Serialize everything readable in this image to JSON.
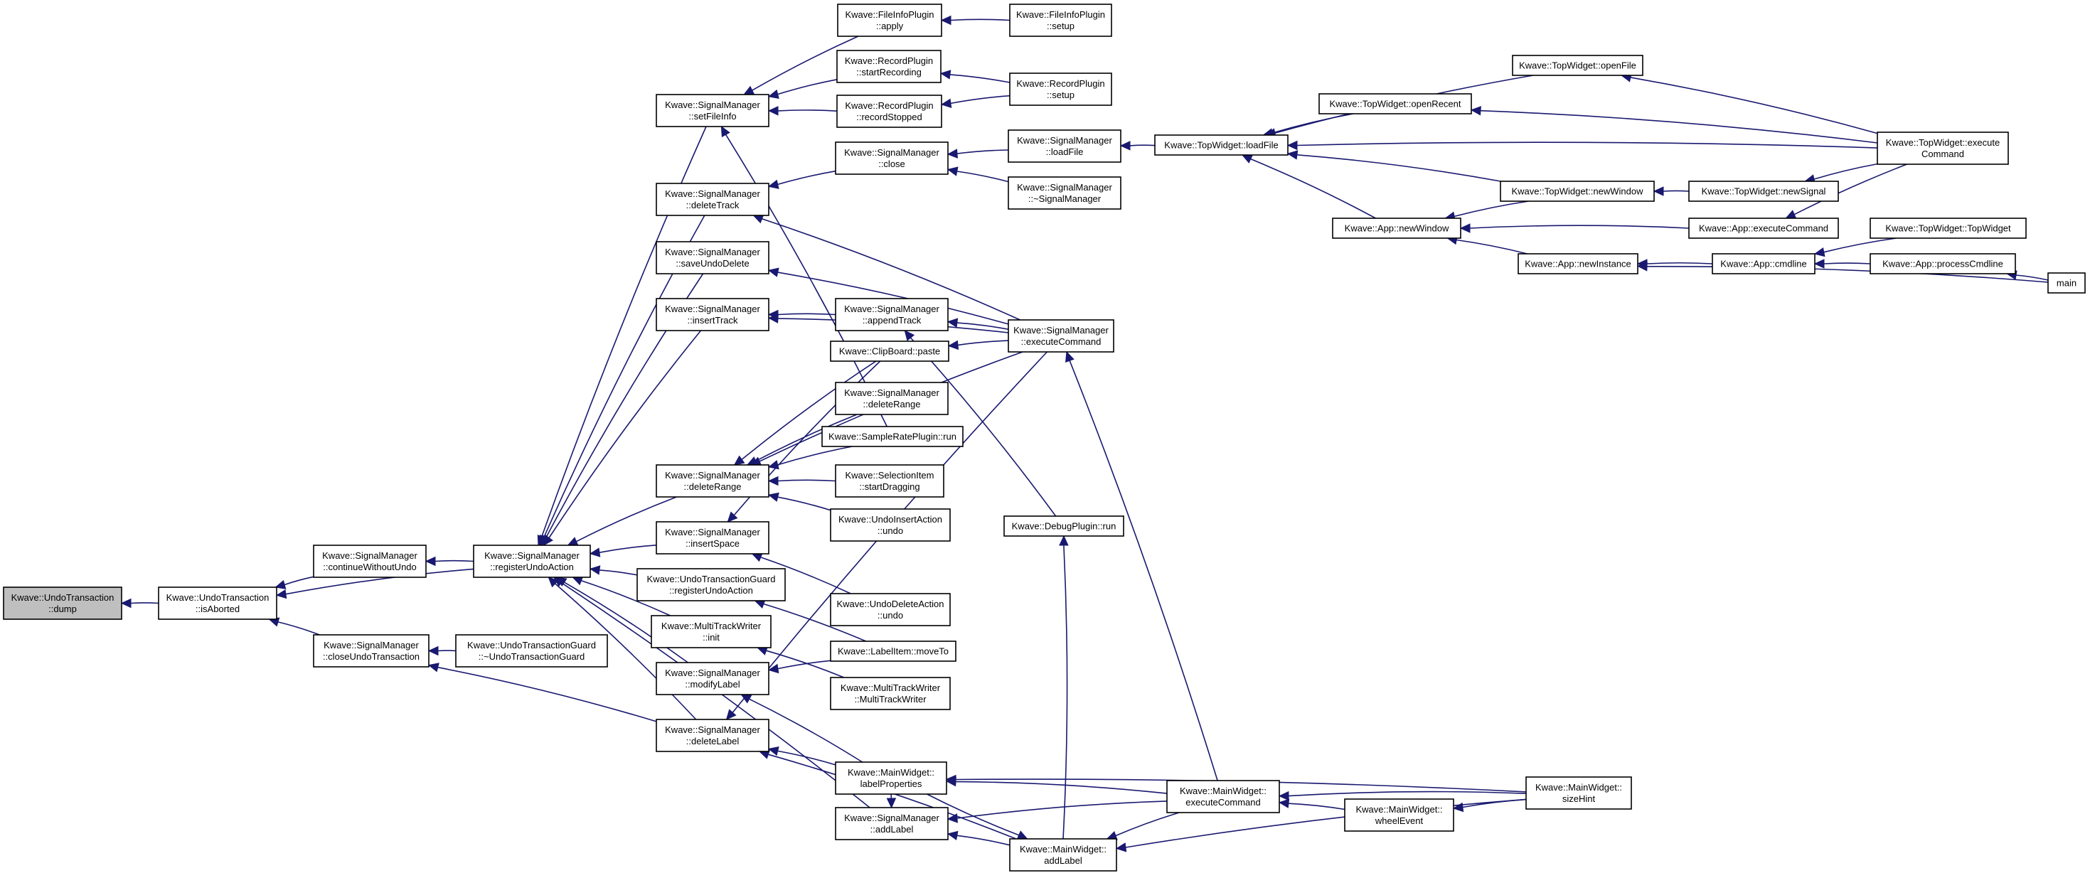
{
  "diagram": {
    "nodes": [
      {
        "id": "dump",
        "lines": [
          "Kwave::UndoTransaction",
          "::dump"
        ],
        "root": true
      },
      {
        "id": "isAborted",
        "lines": [
          "Kwave::UndoTransaction",
          "::isAborted"
        ]
      },
      {
        "id": "continueWithoutUndo",
        "lines": [
          "Kwave::SignalManager",
          "::continueWithoutUndo"
        ]
      },
      {
        "id": "closeUndoTransaction",
        "lines": [
          "Kwave::SignalManager",
          "::closeUndoTransaction"
        ]
      },
      {
        "id": "registerUndoAction",
        "lines": [
          "Kwave::SignalManager",
          "::registerUndoAction"
        ]
      },
      {
        "id": "undoTransactionGuardDtor",
        "lines": [
          "Kwave::UndoTransactionGuard",
          "::~UndoTransactionGuard"
        ]
      },
      {
        "id": "setFileInfo",
        "lines": [
          "Kwave::SignalManager",
          "::setFileInfo"
        ]
      },
      {
        "id": "deleteTrack",
        "lines": [
          "Kwave::SignalManager",
          "::deleteTrack"
        ]
      },
      {
        "id": "saveUndoDelete",
        "lines": [
          "Kwave::SignalManager",
          "::saveUndoDelete"
        ]
      },
      {
        "id": "insertTrack",
        "lines": [
          "Kwave::SignalManager",
          "::insertTrack"
        ]
      },
      {
        "id": "deleteRangeSM",
        "lines": [
          "Kwave::SignalManager",
          "::deleteRange"
        ]
      },
      {
        "id": "insertSpace",
        "lines": [
          "Kwave::SignalManager",
          "::insertSpace"
        ]
      },
      {
        "id": "guardRegisterUndoAction",
        "lines": [
          "Kwave::UndoTransactionGuard",
          "::registerUndoAction"
        ]
      },
      {
        "id": "multiTrackWriterInit",
        "lines": [
          "Kwave::MultiTrackWriter",
          "::init"
        ]
      },
      {
        "id": "modifyLabel",
        "lines": [
          "Kwave::SignalManager",
          "::modifyLabel"
        ]
      },
      {
        "id": "deleteLabel",
        "lines": [
          "Kwave::SignalManager",
          "::deleteLabel"
        ]
      },
      {
        "id": "fileInfoApply",
        "lines": [
          "Kwave::FileInfoPlugin",
          "::apply"
        ]
      },
      {
        "id": "startRecording",
        "lines": [
          "Kwave::RecordPlugin",
          "::startRecording"
        ]
      },
      {
        "id": "recordStopped",
        "lines": [
          "Kwave::RecordPlugin",
          "::recordStopped"
        ]
      },
      {
        "id": "smClose",
        "lines": [
          "Kwave::SignalManager",
          "::close"
        ]
      },
      {
        "id": "appendTrack",
        "lines": [
          "Kwave::SignalManager",
          "::appendTrack"
        ]
      },
      {
        "id": "clipboardPaste",
        "lines": [
          "Kwave::ClipBoard::paste"
        ]
      },
      {
        "id": "deleteRange2",
        "lines": [
          "Kwave::SignalManager",
          "::deleteRange"
        ]
      },
      {
        "id": "sampleRateRun",
        "lines": [
          "Kwave::SampleRatePlugin::run"
        ]
      },
      {
        "id": "startDragging",
        "lines": [
          "Kwave::SelectionItem",
          "::startDragging"
        ]
      },
      {
        "id": "undoInsertUndo",
        "lines": [
          "Kwave::UndoInsertAction",
          "::undo"
        ]
      },
      {
        "id": "undoDeleteUndo",
        "lines": [
          "Kwave::UndoDeleteAction",
          "::undo"
        ]
      },
      {
        "id": "labelMoveTo",
        "lines": [
          "Kwave::LabelItem::moveTo"
        ]
      },
      {
        "id": "multiTrackWriterCtor",
        "lines": [
          "Kwave::MultiTrackWriter",
          "::MultiTrackWriter"
        ]
      },
      {
        "id": "labelProperties",
        "lines": [
          "Kwave::MainWidget::",
          "labelProperties"
        ]
      },
      {
        "id": "smAddLabel",
        "lines": [
          "Kwave::SignalManager",
          "::addLabel"
        ]
      },
      {
        "id": "fileInfoSetup",
        "lines": [
          "Kwave::FileInfoPlugin",
          "::setup"
        ]
      },
      {
        "id": "recordSetup",
        "lines": [
          "Kwave::RecordPlugin",
          "::setup"
        ]
      },
      {
        "id": "loadFile",
        "lines": [
          "Kwave::SignalManager",
          "::loadFile"
        ]
      },
      {
        "id": "smDtor",
        "lines": [
          "Kwave::SignalManager",
          "::~SignalManager"
        ]
      },
      {
        "id": "smExecuteCommand",
        "lines": [
          "Kwave::SignalManager",
          "::executeCommand"
        ]
      },
      {
        "id": "debugRun",
        "lines": [
          "Kwave::DebugPlugin::run"
        ]
      },
      {
        "id": "mwAddLabel",
        "lines": [
          "Kwave::MainWidget::",
          "addLabel"
        ]
      },
      {
        "id": "mwExecuteCommand",
        "lines": [
          "Kwave::MainWidget::",
          "executeCommand"
        ]
      },
      {
        "id": "wheelEvent",
        "lines": [
          "Kwave::MainWidget::",
          "wheelEvent"
        ]
      },
      {
        "id": "sizeHint",
        "lines": [
          "Kwave::MainWidget::",
          "sizeHint"
        ]
      },
      {
        "id": "twLoadFile",
        "lines": [
          "Kwave::TopWidget::loadFile"
        ]
      },
      {
        "id": "twOpenFile",
        "lines": [
          "Kwave::TopWidget::openFile"
        ]
      },
      {
        "id": "twOpenRecent",
        "lines": [
          "Kwave::TopWidget::openRecent"
        ]
      },
      {
        "id": "twNewWindow",
        "lines": [
          "Kwave::TopWidget::newWindow"
        ]
      },
      {
        "id": "appNewWindow",
        "lines": [
          "Kwave::App::newWindow"
        ]
      },
      {
        "id": "twNewSignal",
        "lines": [
          "Kwave::TopWidget::newSignal"
        ]
      },
      {
        "id": "appExecuteCommand",
        "lines": [
          "Kwave::App::executeCommand"
        ]
      },
      {
        "id": "appNewInstance",
        "lines": [
          "Kwave::App::newInstance"
        ]
      },
      {
        "id": "appCmdline",
        "lines": [
          "Kwave::App::cmdline"
        ]
      },
      {
        "id": "twCtor",
        "lines": [
          "Kwave::TopWidget::TopWidget"
        ]
      },
      {
        "id": "appProcessCmdline",
        "lines": [
          "Kwave::App::processCmdline"
        ]
      },
      {
        "id": "twExecuteCommand",
        "lines": [
          "Kwave::TopWidget::execute",
          "Command"
        ]
      },
      {
        "id": "main",
        "lines": [
          "main"
        ]
      }
    ],
    "edges": [
      [
        "isAborted",
        "dump"
      ],
      [
        "continueWithoutUndo",
        "isAborted"
      ],
      [
        "closeUndoTransaction",
        "isAborted"
      ],
      [
        "registerUndoAction",
        "isAborted"
      ],
      [
        "registerUndoAction",
        "continueWithoutUndo"
      ],
      [
        "undoTransactionGuardDtor",
        "closeUndoTransaction"
      ],
      [
        "deleteLabel",
        "closeUndoTransaction"
      ],
      [
        "setFileInfo",
        "registerUndoAction"
      ],
      [
        "deleteTrack",
        "registerUndoAction"
      ],
      [
        "saveUndoDelete",
        "registerUndoAction"
      ],
      [
        "insertTrack",
        "registerUndoAction"
      ],
      [
        "deleteRangeSM",
        "registerUndoAction"
      ],
      [
        "insertSpace",
        "registerUndoAction"
      ],
      [
        "guardRegisterUndoAction",
        "registerUndoAction"
      ],
      [
        "multiTrackWriterInit",
        "registerUndoAction"
      ],
      [
        "modifyLabel",
        "registerUndoAction"
      ],
      [
        "deleteLabel",
        "registerUndoAction"
      ],
      [
        "smAddLabel",
        "registerUndoAction"
      ],
      [
        "fileInfoApply",
        "setFileInfo"
      ],
      [
        "startRecording",
        "setFileInfo"
      ],
      [
        "recordStopped",
        "setFileInfo"
      ],
      [
        "sampleRateRun",
        "setFileInfo"
      ],
      [
        "fileInfoSetup",
        "fileInfoApply"
      ],
      [
        "recordSetup",
        "startRecording"
      ],
      [
        "recordSetup",
        "recordStopped"
      ],
      [
        "smClose",
        "deleteTrack"
      ],
      [
        "smExecuteCommand",
        "deleteTrack"
      ],
      [
        "loadFile",
        "smClose"
      ],
      [
        "smDtor",
        "smClose"
      ],
      [
        "twLoadFile",
        "loadFile"
      ],
      [
        "smExecuteCommand",
        "saveUndoDelete"
      ],
      [
        "appendTrack",
        "insertTrack"
      ],
      [
        "smExecuteCommand",
        "insertTrack"
      ],
      [
        "smExecuteCommand",
        "appendTrack"
      ],
      [
        "debugRun",
        "appendTrack"
      ],
      [
        "clipboardPaste",
        "deleteRangeSM"
      ],
      [
        "deleteRange2",
        "deleteRangeSM"
      ],
      [
        "sampleRateRun",
        "deleteRangeSM"
      ],
      [
        "startDragging",
        "deleteRangeSM"
      ],
      [
        "undoInsertUndo",
        "deleteRangeSM"
      ],
      [
        "smExecuteCommand",
        "deleteRangeSM"
      ],
      [
        "smExecuteCommand",
        "clipboardPaste"
      ],
      [
        "clipboardPaste",
        "insertSpace"
      ],
      [
        "undoDeleteUndo",
        "insertSpace"
      ],
      [
        "labelMoveTo",
        "guardRegisterUndoAction"
      ],
      [
        "multiTrackWriterCtor",
        "multiTrackWriterInit"
      ],
      [
        "labelMoveTo",
        "modifyLabel"
      ],
      [
        "labelProperties",
        "modifyLabel"
      ],
      [
        "smExecuteCommand",
        "deleteLabel"
      ],
      [
        "labelProperties",
        "deleteLabel"
      ],
      [
        "mwAddLabel",
        "deleteLabel"
      ],
      [
        "labelProperties",
        "smAddLabel"
      ],
      [
        "mwAddLabel",
        "smAddLabel"
      ],
      [
        "mwExecuteCommand",
        "smExecuteCommand"
      ],
      [
        "mwExecuteCommand",
        "labelProperties"
      ],
      [
        "sizeHint",
        "labelProperties"
      ],
      [
        "mwExecuteCommand",
        "smAddLabel"
      ],
      [
        "mwExecuteCommand",
        "mwAddLabel"
      ],
      [
        "sizeHint",
        "mwAddLabel"
      ],
      [
        "labelProperties",
        "mwAddLabel"
      ],
      [
        "mwAddLabel",
        "debugRun"
      ],
      [
        "wheelEvent",
        "mwExecuteCommand"
      ],
      [
        "sizeHint",
        "mwExecuteCommand"
      ],
      [
        "sizeHint",
        "wheelEvent"
      ],
      [
        "twOpenFile",
        "twLoadFile"
      ],
      [
        "twOpenRecent",
        "twLoadFile"
      ],
      [
        "twExecuteCommand",
        "twLoadFile"
      ],
      [
        "twNewWindow",
        "twLoadFile"
      ],
      [
        "appNewWindow",
        "twLoadFile"
      ],
      [
        "twExecuteCommand",
        "twOpenFile"
      ],
      [
        "twExecuteCommand",
        "twOpenRecent"
      ],
      [
        "twNewWindow",
        "appNewWindow"
      ],
      [
        "appExecuteCommand",
        "appNewWindow"
      ],
      [
        "appNewInstance",
        "appNewWindow"
      ],
      [
        "twNewSignal",
        "twNewWindow"
      ],
      [
        "twExecuteCommand",
        "twNewSignal"
      ],
      [
        "twExecuteCommand",
        "appExecuteCommand"
      ],
      [
        "appCmdline",
        "appNewInstance"
      ],
      [
        "main",
        "appNewInstance"
      ],
      [
        "twCtor",
        "appCmdline"
      ],
      [
        "appProcessCmdline",
        "appCmdline"
      ],
      [
        "main",
        "appProcessCmdline"
      ]
    ]
  }
}
